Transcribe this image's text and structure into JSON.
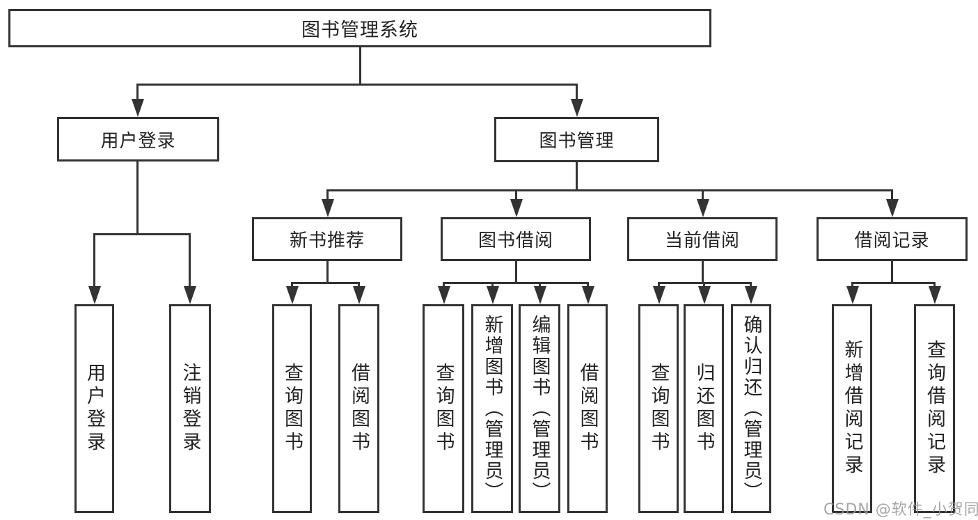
{
  "diagram": {
    "nodes": {
      "root": "图书管理系统",
      "user_login": "用户登录",
      "book_mgmt": "图书管理",
      "new_book_rec": "新书推荐",
      "book_borrow": "图书借阅",
      "current_borrow": "当前借阅",
      "borrow_records": "借阅记录",
      "leaf_user_login": "用户登录",
      "leaf_logout": "注销登录",
      "leaf_nbr_query": "查询图书",
      "leaf_nbr_borrow": "借阅图书",
      "leaf_bb_query": "查询图书",
      "leaf_bb_add": "新增图书（管理员）",
      "leaf_bb_edit": "编辑图书（管理员）",
      "leaf_bb_borrow": "借阅图书",
      "leaf_cb_query": "查询图书",
      "leaf_cb_return": "归还图书",
      "leaf_cb_confirm": "确认归还（管理员）",
      "leaf_br_add": "新增借阅记录",
      "leaf_br_query": "查询借阅记录"
    },
    "hierarchy": {
      "root": [
        "user_login",
        "book_mgmt"
      ],
      "user_login": [
        "leaf_user_login",
        "leaf_logout"
      ],
      "book_mgmt": [
        "new_book_rec",
        "book_borrow",
        "current_borrow",
        "borrow_records"
      ],
      "new_book_rec": [
        "leaf_nbr_query",
        "leaf_nbr_borrow"
      ],
      "book_borrow": [
        "leaf_bb_query",
        "leaf_bb_add",
        "leaf_bb_edit",
        "leaf_bb_borrow"
      ],
      "current_borrow": [
        "leaf_cb_query",
        "leaf_cb_return",
        "leaf_cb_confirm"
      ],
      "borrow_records": [
        "leaf_br_add",
        "leaf_br_query"
      ]
    }
  },
  "watermark": {
    "text": "CSDN @软件_小贺同学"
  },
  "colors": {
    "line": "#333333",
    "text": "#222222",
    "background": "#ffffff",
    "watermark": "#969696"
  }
}
